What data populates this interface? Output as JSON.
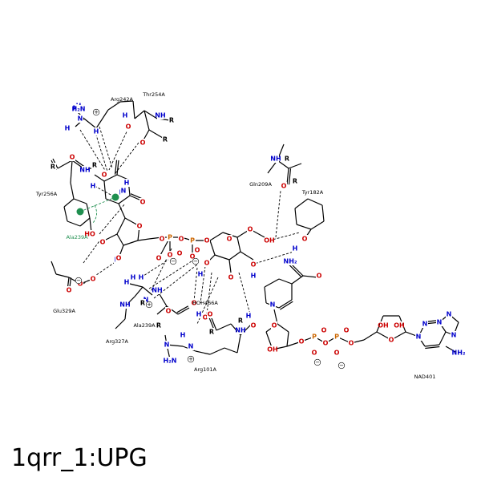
{
  "title": "1qrr_1:UPG",
  "residues": [
    {
      "id": "arg242",
      "label": "Arg242A"
    },
    {
      "id": "thr254",
      "label": "Thr254A"
    },
    {
      "id": "tyr256",
      "label": "Tyr256A"
    },
    {
      "id": "ala239-green",
      "label": "Ala239A"
    },
    {
      "id": "glu329",
      "label": "Glu329A"
    },
    {
      "id": "arg327",
      "label": "Arg327A"
    },
    {
      "id": "ala239",
      "label": "Ala239A"
    },
    {
      "id": "gln209",
      "label": "Gln209A"
    },
    {
      "id": "tyr182",
      "label": "Tyr182A"
    },
    {
      "id": "hoh466",
      "label": "HOH466A"
    },
    {
      "id": "arg101",
      "label": "Arg101A"
    },
    {
      "id": "nad401",
      "label": "NAD401"
    }
  ],
  "atom_symbols": {
    "N": "N",
    "O": "O",
    "P": "P",
    "H": "H",
    "R": "R",
    "NH": "NH",
    "NH2": "NH₂",
    "H2N": "H₂N",
    "HO": "HO",
    "OH": "OH",
    "plus": "+",
    "minus": "−"
  },
  "colors": {
    "nitrogen": "#0000cc",
    "oxygen": "#cc0000",
    "phosphorus": "#cc6600",
    "carbon": "#000000",
    "pi_interaction": "#1f8f4f"
  }
}
